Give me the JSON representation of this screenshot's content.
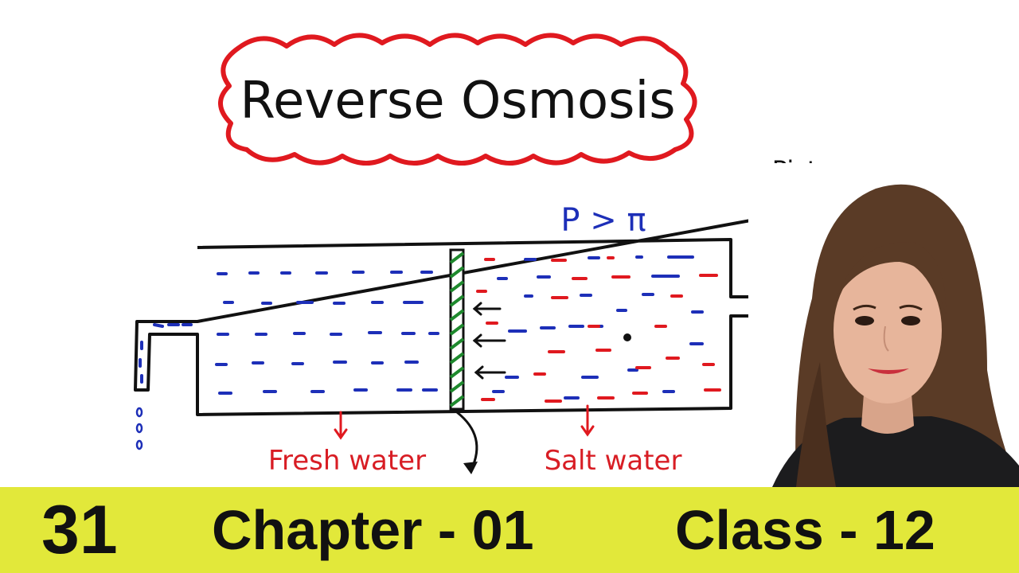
{
  "title": "Reverse Osmosis",
  "labels": {
    "piston": "Piston",
    "pressure_relation": "P > π",
    "fresh_water": "Fresh water",
    "salt_water": "Salt water"
  },
  "banner": {
    "number": "31",
    "chapter": "Chapter - 01",
    "class": "Class - 12"
  },
  "colors": {
    "title_cloud": "#e0191f",
    "fresh_water_label": "#d81d24",
    "salt_water_label": "#d81d24",
    "water_molecule": "#1d2fb8",
    "salt_particle": "#e0191f",
    "membrane": "#1f8a2e",
    "banner_bg": "#e2e83a",
    "banner_text": "#111111"
  },
  "icons": {
    "presenter": "presenter-photo",
    "arrows": "arrow-icon"
  }
}
